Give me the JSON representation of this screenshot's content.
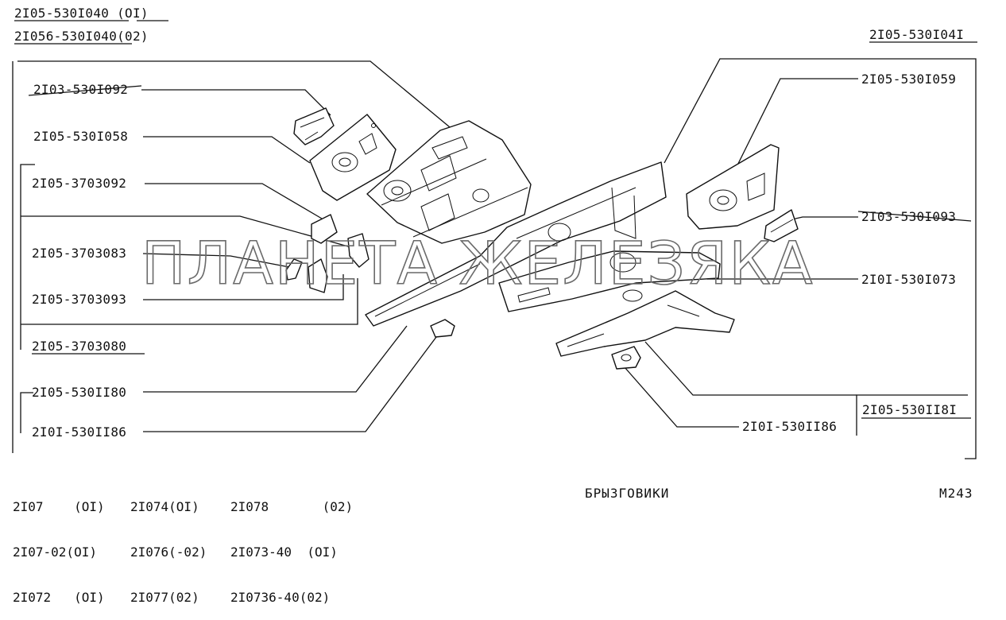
{
  "header": {
    "left_line1": "2I05-530I040 (OI)",
    "left_line2": "2I056-530I040(02)",
    "right": "2I05-530I04I"
  },
  "labels": {
    "l1": "2I03-530I092",
    "l2": "2I05-530I058",
    "l3": "2I05-3703092",
    "l4": "2I05-3703083",
    "l5": "2I05-3703093",
    "l6": "2I05-3703080",
    "l7": "2I05-530II80",
    "l8": "2I0I-530II86",
    "r1": "2I05-530I059",
    "r2": "2I03-530I093",
    "r3": "2I0I-530I073",
    "r4": "2I05-530II8I",
    "r5": "2I0I-530II86"
  },
  "watermark": "ПЛАНЕТА ЖЕЛЕЗЯКА",
  "models": {
    "col1": [
      "2I07    (OI)",
      "2I07-02(OI)",
      "2I072   (OI)"
    ],
    "col2": [
      "2I074(OI)",
      "2I076(-02)",
      "2I077(02)"
    ],
    "col3": [
      "2I078       (02)",
      "2I073-40  (OI)",
      "2I0736-40(02)"
    ]
  },
  "title": "БРЫЗГОВИКИ",
  "code": "M243"
}
